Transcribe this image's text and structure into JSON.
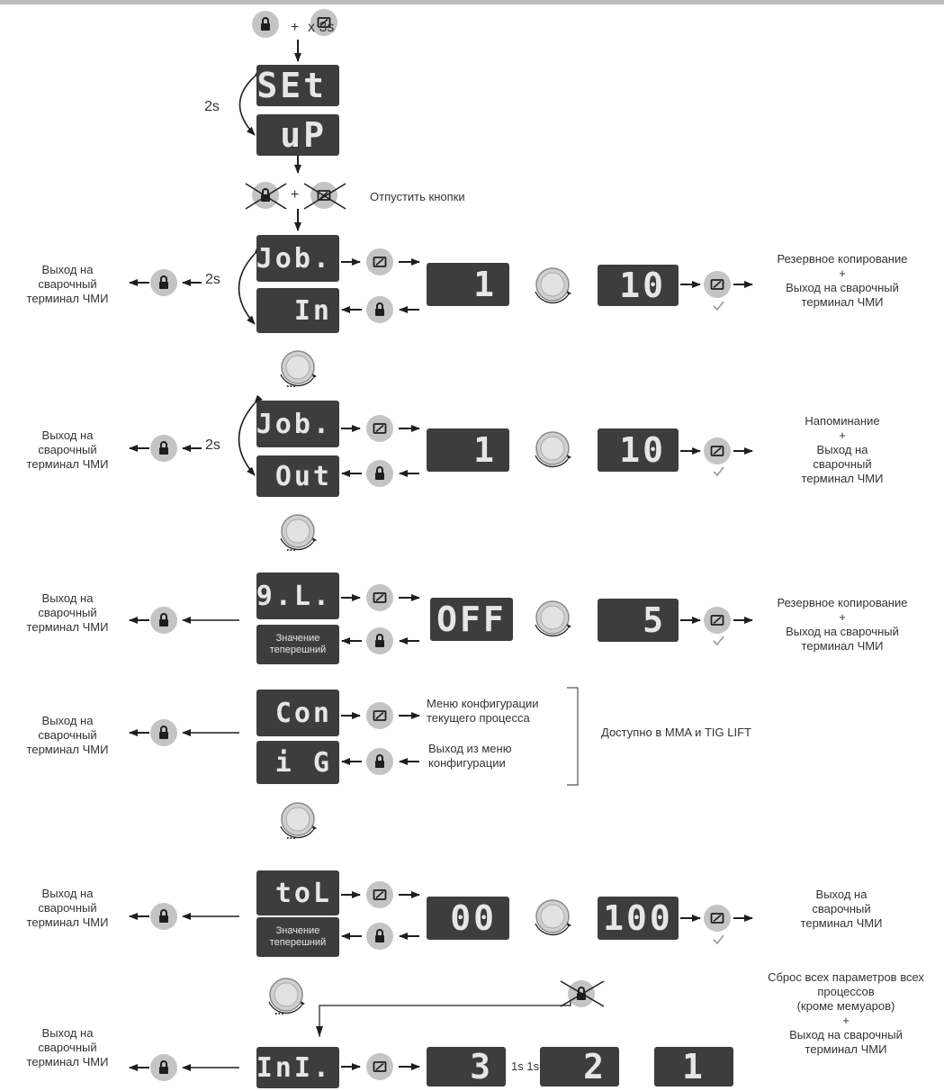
{
  "colors": {
    "display_bg": "#3d3d3d",
    "button_bg": "#c4c4c4",
    "icon": "#1e1e1e",
    "knob": "#d0d0d0"
  },
  "labels": {
    "plus": "+",
    "times_3s": "x 3s",
    "two_s": "2s",
    "release_buttons": "Отпустить кнопки",
    "exit_hmi": "Выход на\nсварочный\nтерминал ЧМИ",
    "backup_exit": "Резервное копирование\n+\nВыход на сварочный\nтерминал ЧМИ",
    "reminder_exit": "Напоминание\n+\nВыход на\nсварочный\nтерминал ЧМИ",
    "config_menu": "Меню конфигурации\nтекущего процесса",
    "exit_config": "Выход из меню\nконфигурации",
    "available_mma_tig": "Доступно в MMA и TIG LIFT",
    "current_value": "Значение\nтеперешний",
    "reset_all": "Сброс всех параметров всех\nпроцессов\n(кроме мемуаров)\n+\nВыход на сварочный\nтерминал ЧМИ",
    "countdown": "1s 1s 1s",
    "dots": "..."
  },
  "displays": {
    "set": "SEt",
    "up": "uP",
    "job": "Job.",
    "in": "In",
    "out": "Out",
    "ql": "9.L.",
    "con": "Con",
    "fig": "F i G",
    "tol": "toL",
    "ini": "InI.",
    "val_1": "1",
    "val_10": "10",
    "val_off": "OFF",
    "val_5": "5",
    "val_00": "00",
    "val_100": "100",
    "cd_3": "3",
    "cd_2": "2",
    "cd_1": "1"
  },
  "icons": [
    "lock-icon",
    "screen-icon",
    "knob-icon",
    "checkmark-icon"
  ]
}
